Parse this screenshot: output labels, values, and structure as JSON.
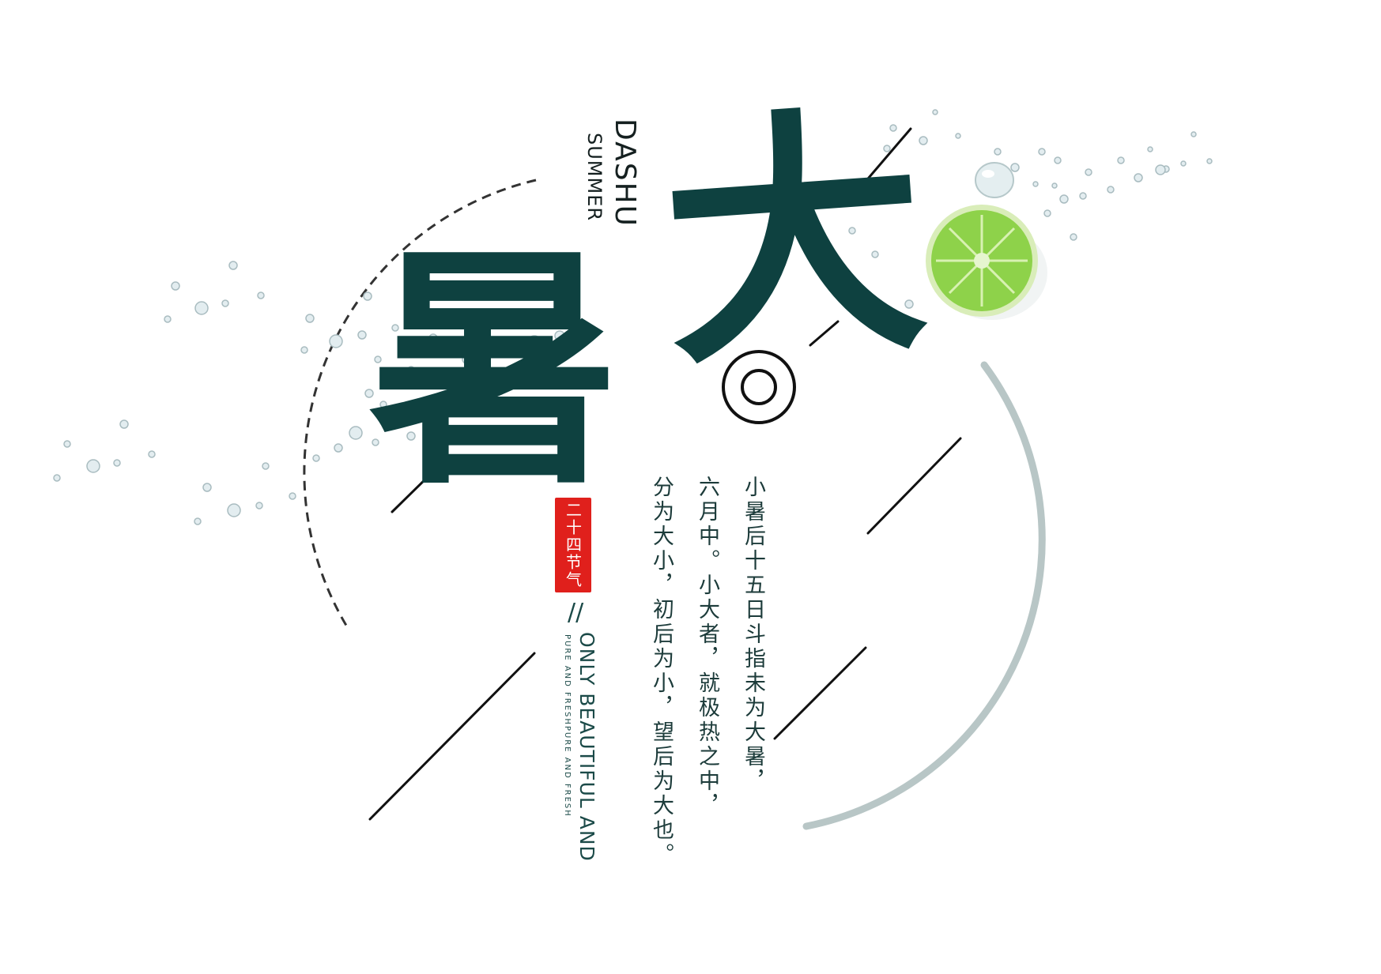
{
  "title": {
    "da": "大",
    "shu": "暑"
  },
  "english": {
    "dashu": "DASHU",
    "summer": "SUMMER"
  },
  "seal": {
    "text": "二十四节气"
  },
  "tagline": {
    "main": "ONLY BEAUTIFUL AND",
    "sub": "PURE AND FRESHPURE AND FRESH"
  },
  "poem": {
    "lines": [
      "小暑后十五日斗指未为大暑，",
      "六月中。小大者，就极热之中，",
      "分为大小，初后为小，望后为大也。"
    ]
  },
  "colors": {
    "primary": "#0e4140",
    "seal": "#e0201c",
    "arc": "#b8c6c6",
    "lime": "#8ed24a"
  },
  "icons": {
    "lime": "lime-slice-icon",
    "ring": "ring-circle-icon",
    "drops": "water-drop-icon"
  }
}
